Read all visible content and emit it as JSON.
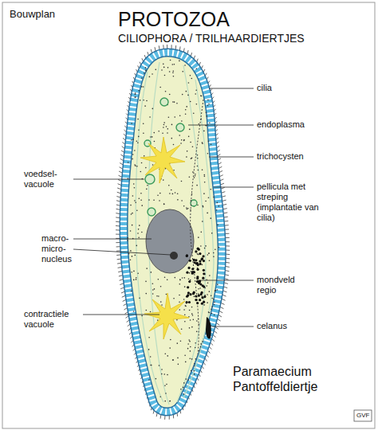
{
  "diagram": {
    "title": "PROTOZOA",
    "caption": "Paramaecium Pantoffeldiertje",
    "labels": [
      "Bouwplan",
      "CILIOPHORA / TRILHAARDIERTJES",
      "cilia",
      "endoplasma",
      "trichocysten",
      "pellicula met streping (implantatie van cilia)",
      "voedsel- vacuole",
      "macro- micro- nucleus",
      "mondveld regio",
      "contractiele vacuole",
      "celanus",
      "GVF"
    ]
  }
}
